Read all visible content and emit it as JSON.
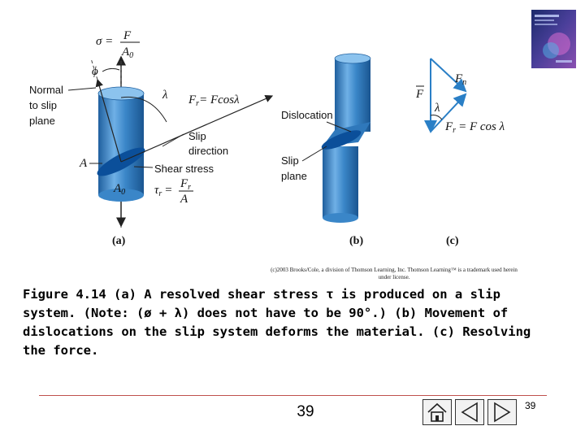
{
  "figure": {
    "panel_a": {
      "sigma_eq": "σ =",
      "F": "F",
      "A0": "A",
      "A0_sub": "0",
      "phi": "ϕ",
      "lambda": "λ",
      "normal_label": [
        "Normal",
        "to slip",
        "plane"
      ],
      "Fr_label": "F",
      "Fr_sub": "r",
      "Fr_eq": "= Fcosλ",
      "slip_direction": [
        "Slip",
        "direction"
      ],
      "A_label": "A",
      "shear_stress": "Shear stress",
      "tau": "τ",
      "tau_sub": "r",
      "tau_eq": "=",
      "frac_top": "F",
      "frac_top_sub": "r",
      "frac_bottom": "A",
      "base_A": "A",
      "base_A_sub": "0",
      "panel_label": "(a)"
    },
    "panel_b": {
      "dislocation": "Dislocation",
      "slip_plane": [
        "Slip",
        "plane"
      ],
      "panel_label": "(b)"
    },
    "panel_c": {
      "F_vec": "F",
      "Fn": "F",
      "Fn_sub": "n",
      "lambda": "λ",
      "Fr": "F",
      "Fr_sub": "r",
      "Fr_eq": "= F cos λ",
      "panel_label": "(c)"
    }
  },
  "copyright": "(c)2003 Brooks/Cole, a division of Thomson Learning, Inc. Thomson Learning™ is a trademark used herein under license.",
  "caption": "Figure 4.14 (a) A resolved shear stress τ is produced on a slip system. (Note: (ø + λ) does not have to be 90°.) (b) Movement of dislocations on the slip system deforms the material. (c) Resolving the force.",
  "footer": {
    "page_number": "39",
    "corner_number": "39"
  },
  "colors": {
    "cylinder_blue": "#3a86c8",
    "cylinder_dark": "#1f5f9e",
    "plane_blue": "#0b4f9a",
    "vector_blue": "#2a7fc6",
    "rule_red": "#c0504d"
  }
}
